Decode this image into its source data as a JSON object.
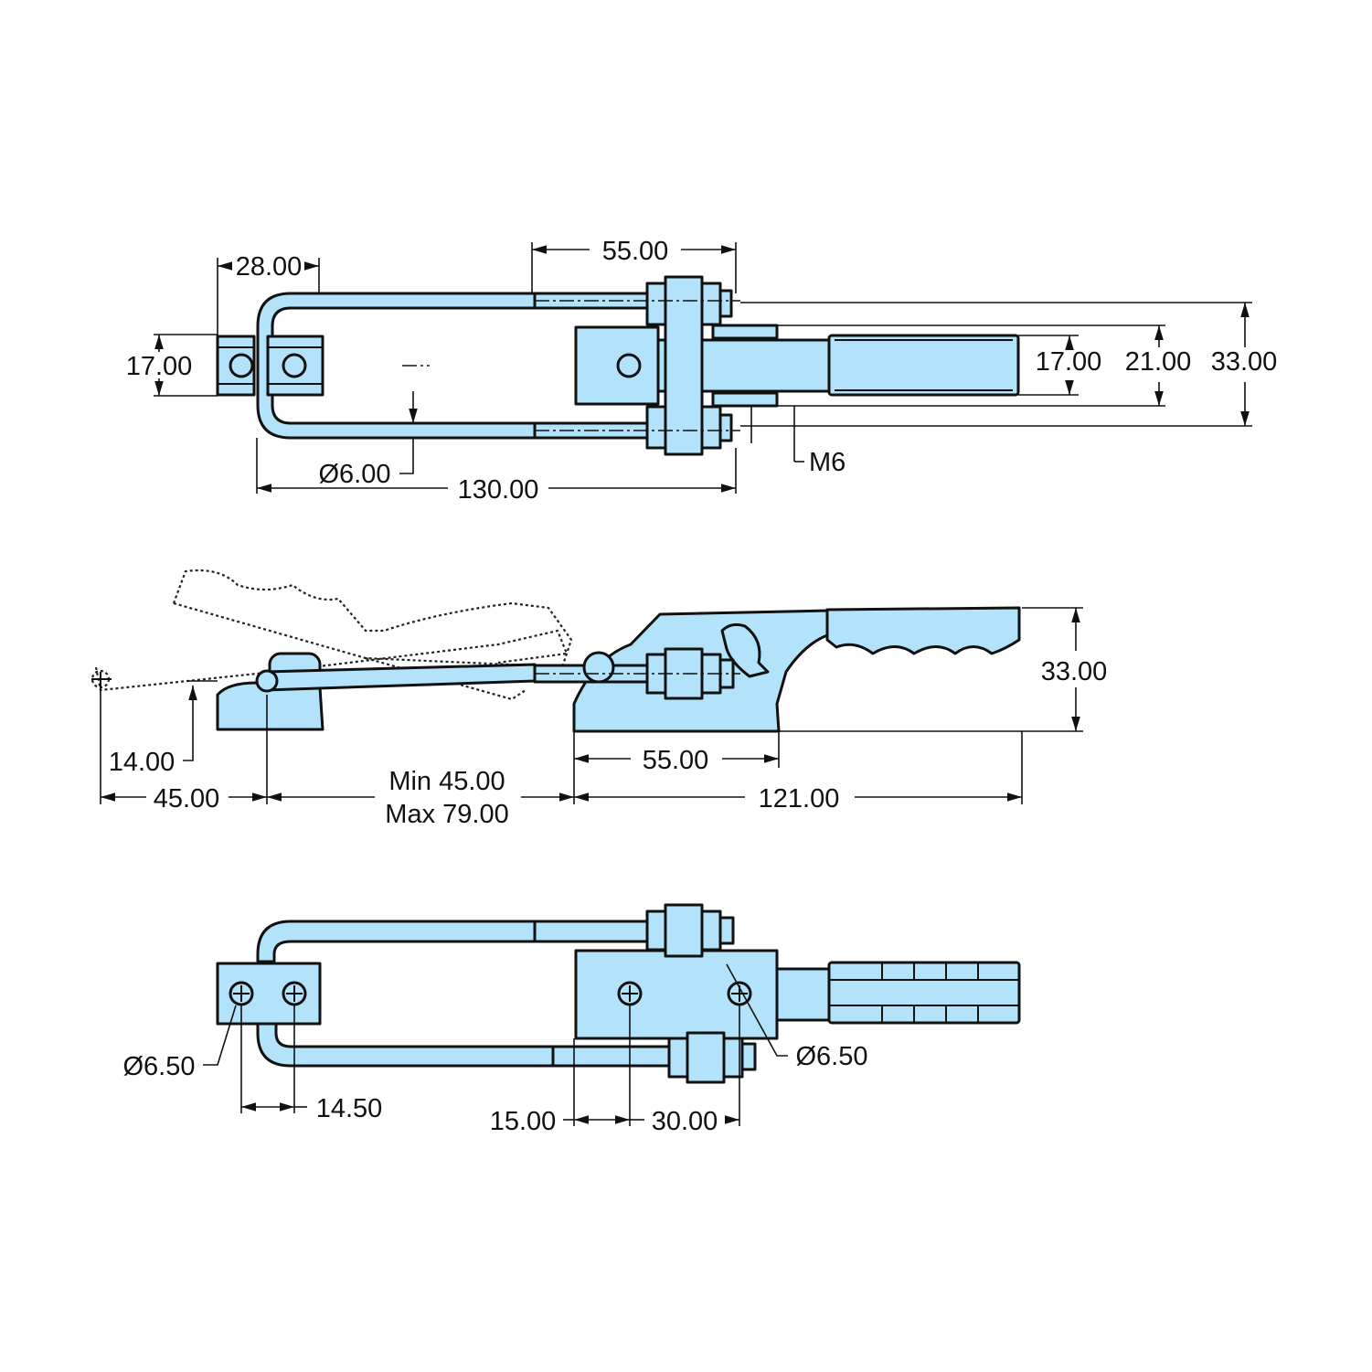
{
  "colors": {
    "part_fill": "#b3e3fa",
    "outline": "#111111",
    "background": "#ffffff"
  },
  "top_view": {
    "dim_28": "28.00",
    "dim_55": "55.00",
    "dim_17_left": "17.00",
    "dim_17_right": "17.00",
    "dim_21": "21.00",
    "dim_33": "33.00",
    "dim_diameter_6": "Ø6.00",
    "dim_130": "130.00",
    "thread_label": "M6"
  },
  "side_view": {
    "dim_33": "33.00",
    "dim_14": "14.00",
    "dim_45": "45.00",
    "dim_min": "Min 45.00",
    "dim_max": "Max 79.00",
    "dim_55": "55.00",
    "dim_121": "121.00"
  },
  "bottom_view": {
    "dim_hole_left": "Ø6.50",
    "dim_hole_right": "Ø6.50",
    "dim_14_5": "14.50",
    "dim_15": "15.00",
    "dim_30": "30.00"
  }
}
